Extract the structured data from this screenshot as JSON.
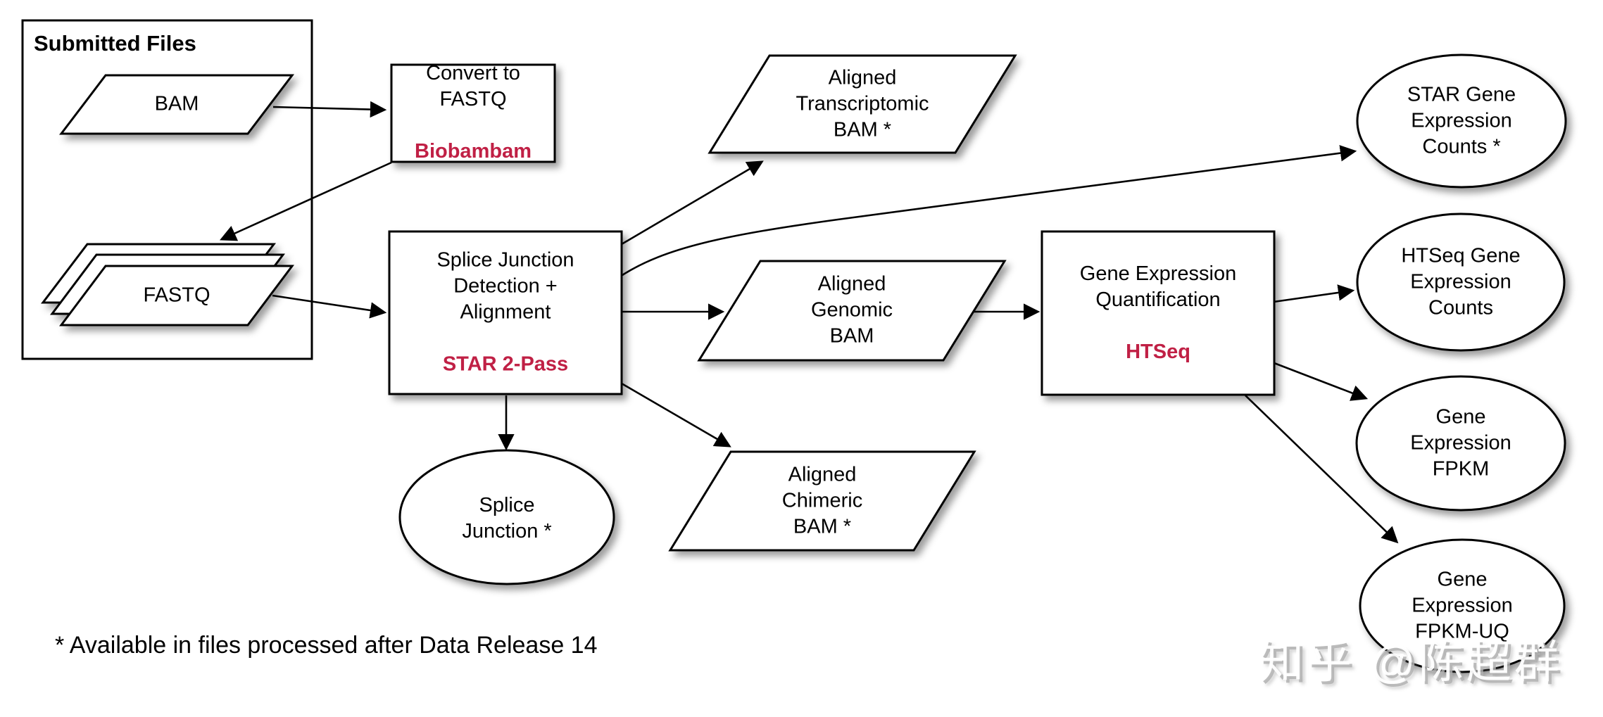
{
  "diagram": {
    "title_hint": "GDC mRNA quantification pipeline flowchart",
    "colors": {
      "background": "#ffffff",
      "shape_fill": "#ffffff",
      "shape_border": "#000000",
      "text": "#000000",
      "tool_accent": "#c02045",
      "watermark_gray": "#c0c0c0"
    },
    "groups": {
      "submitted_files": {
        "title": "Submitted Files"
      }
    },
    "nodes": {
      "bam": {
        "shape": "parallelogram",
        "label": "BAM"
      },
      "fastq": {
        "shape": "parallelogram-stack",
        "label": "FASTQ"
      },
      "convert_fastq": {
        "shape": "process-rect",
        "label": "Convert to\nFASTQ",
        "tool": "Biobambam"
      },
      "star": {
        "shape": "process-rect",
        "label": "Splice Junction\nDetection +\nAlignment",
        "tool": "STAR 2-Pass"
      },
      "aligned_transcriptomic": {
        "shape": "parallelogram",
        "label": "Aligned\nTranscriptomic\nBAM *"
      },
      "aligned_genomic": {
        "shape": "parallelogram",
        "label": "Aligned\nGenomic\nBAM"
      },
      "aligned_chimeric": {
        "shape": "parallelogram",
        "label": "Aligned\nChimeric\nBAM *"
      },
      "splice_junction": {
        "shape": "ellipse",
        "label": "Splice\nJunction *"
      },
      "gene_quant": {
        "shape": "process-rect",
        "label": "Gene Expression\nQuantification",
        "tool": "HTSeq"
      },
      "star_counts": {
        "shape": "ellipse",
        "label": "STAR Gene\nExpression\nCounts *"
      },
      "htseq_counts": {
        "shape": "ellipse",
        "label": "HTSeq Gene\nExpression\nCounts"
      },
      "fpkm": {
        "shape": "ellipse",
        "label": "Gene\nExpression\nFPKM"
      },
      "fpkm_uq": {
        "shape": "ellipse",
        "label": "Gene\nExpression\nFPKM-UQ"
      }
    },
    "edges": [
      "bam -> convert_fastq",
      "convert_fastq -> fastq",
      "fastq -> star",
      "star -> aligned_transcriptomic",
      "star -> star_counts",
      "star -> aligned_genomic",
      "star -> aligned_chimeric",
      "star -> splice_junction",
      "aligned_genomic -> gene_quant",
      "gene_quant -> htseq_counts",
      "gene_quant -> fpkm",
      "gene_quant -> fpkm_uq"
    ],
    "footnote": "* Available in files processed after Data Release 14",
    "watermark": "知乎 @陈超群"
  }
}
